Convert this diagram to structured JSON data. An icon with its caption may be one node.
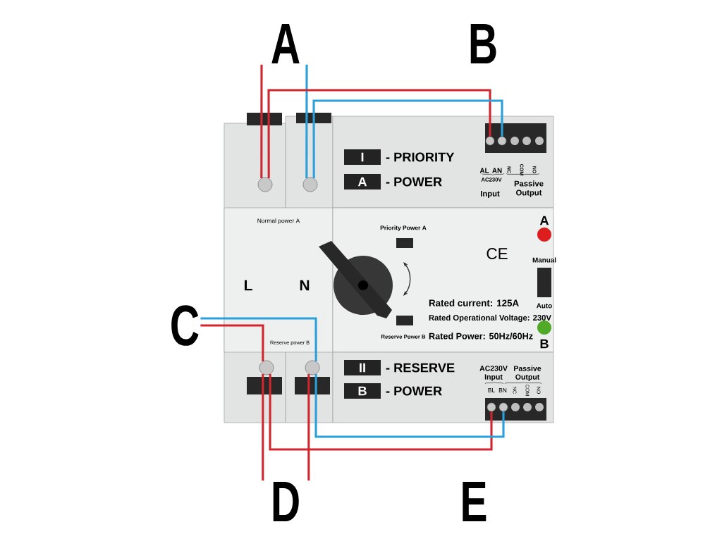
{
  "diagram": {
    "nodes": [
      {
        "text": [
          "A"
        ]
      },
      {
        "text": [
          "C"
        ]
      },
      {
        "text": [
          "D"
        ]
      },
      {
        "text": [],
        "shape": "circle"
      },
      {
        "text": [],
        "shape": "circle"
      },
      {
        "text": [],
        "shape": "circle"
      },
      {
        "text": [],
        "shape": "circle"
      },
      {
        "text": [],
        "shape": "circle"
      },
      {
        "text": [],
        "shape": "circle"
      },
      {
        "text": [],
        "shape": "circle"
      },
      {
        "text": [],
        "shape": "circle"
      },
      {
        "text": [
          "I"
        ]
      },
      {
        "text": [
          "A"
        ]
      },
      {
        "text": [
          "II"
        ]
      },
      {
        "text": [
          "B"
        ]
      }
    ],
    "edges": [
      {
        "from": 0,
        "to": 3,
        "arrow": "none",
        "color": "#d0262e"
      },
      {
        "from": 0,
        "to": 4,
        "arrow": "none",
        "color": "#2b9fd9"
      },
      {
        "from": 3,
        "to": 7,
        "arrow": "none",
        "color": "#d0262e"
      },
      {
        "from": 4,
        "to": 8,
        "arrow": "none",
        "color": "#2b9fd9"
      },
      {
        "from": 1,
        "to": 6,
        "arrow": "none",
        "color": "#2b9fd9"
      },
      {
        "from": 1,
        "to": 5,
        "arrow": "none",
        "color": "#d0262e"
      },
      {
        "from": 5,
        "to": 2,
        "arrow": "none",
        "color": "#d0262e"
      },
      {
        "from": 6,
        "to": 2,
        "arrow": "none",
        "color": "#d0262e"
      },
      {
        "from": 5,
        "to": 9,
        "arrow": "none",
        "color": "#d0262e"
      },
      {
        "from": 6,
        "to": 10,
        "arrow": "none",
        "color": "#2b9fd9"
      }
    ],
    "labels": [
      "B",
      "- PRIORITY",
      "AL",
      "AN",
      "NC",
      "COM",
      "NO",
      "- POWER",
      "AC230V",
      "Passive Output",
      "Input",
      "Normal power A",
      "Priority Power A",
      "A",
      "CE",
      "Manual",
      "L",
      "N",
      "Rated current: 125A",
      "Auto",
      "Rated Operational Voltage: 230V",
      "Reserve power B",
      "Reserve Power B",
      "Rated Power: 50Hz/60Hz",
      "B",
      "- RESERVE",
      "AC230V Input",
      "Passive Output",
      "BL",
      "BN",
      "NC",
      "COM",
      "NO",
      "- POWER",
      "E"
    ]
  }
}
